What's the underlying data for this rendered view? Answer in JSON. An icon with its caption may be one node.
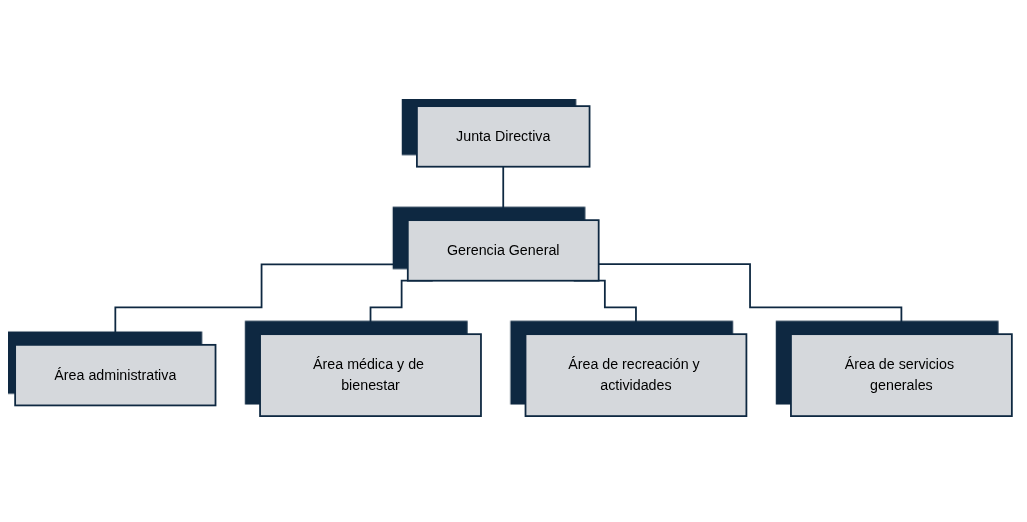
{
  "diagram": {
    "nodes": [
      {
        "text": [
          "Junta Directiva"
        ]
      },
      {
        "text": [
          "Gerencia General"
        ]
      },
      {
        "text": [
          "Área administrativa"
        ]
      },
      {
        "text": [
          "Área médica y de bienestar"
        ]
      },
      {
        "text": [
          "Área de recreación y actividades"
        ]
      },
      {
        "text": [
          "Área de servicios generales"
        ]
      }
    ],
    "edges": [
      {
        "from": 0,
        "to": 1,
        "arrow": "none"
      },
      {
        "from": 1,
        "to": 2,
        "arrow": "none"
      },
      {
        "from": 1,
        "to": 3,
        "arrow": "none"
      },
      {
        "from": 1,
        "to": 4,
        "arrow": "none"
      },
      {
        "from": 1,
        "to": 5,
        "arrow": "none"
      }
    ]
  }
}
